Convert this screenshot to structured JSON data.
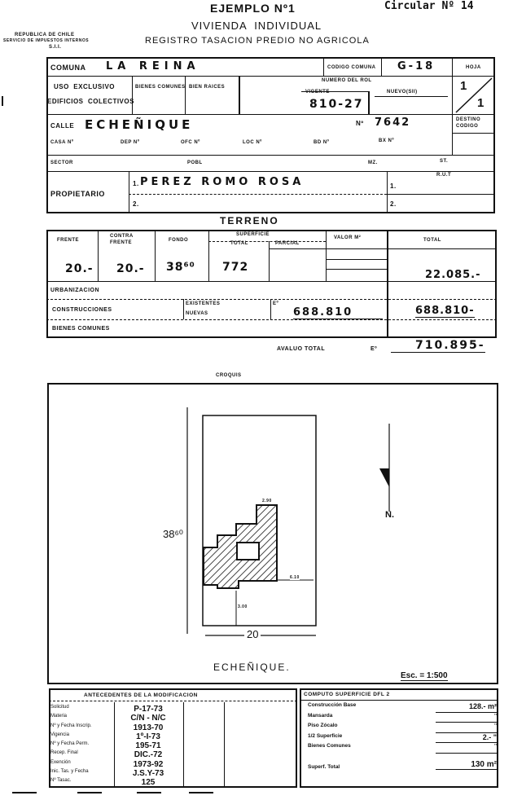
{
  "header": {
    "ejemplo": "EJEMPLO Nº1",
    "circular": "Circular Nº 14",
    "vivienda": "VIVIENDA  INDIVIDUAL",
    "registro": "REGISTRO TASACION PREDIO NO AGRICOLA",
    "agency": [
      "REPUBLICA DE CHILE",
      "SERVICIO DE IMPUESTOS INTERNOS",
      "S.I.I."
    ]
  },
  "predio": {
    "comuna_label": "COMUNA",
    "comuna_value": "LA REINA",
    "codigo_label": "CODIGO COMUNA",
    "codigo_value": "G-18",
    "hoja_label": "HOJA",
    "hoja_num": "1",
    "hoja_total": "1",
    "uso_exclusivo": "USO  EXCLUSIVO",
    "edificios": "EDIFICIOS  COLECTIVOS",
    "bienes_comunes_label": "BIENES COMUNES",
    "bien_raiz_label": "BIEN RAICES",
    "numero_rol_label": "NUMERO DEL ROL",
    "vigente_label": "VIGENTE",
    "vigente_value": "810-27",
    "nuevo_label": "NUEVO(SII)",
    "calle_label": "CALLE",
    "calle_value": "ECHEÑIQUE",
    "numero_label": "Nº",
    "numero_value": "7642",
    "destino_label": "DESTINO CODIGO",
    "casa": "CASA Nº",
    "dep": "DEP Nº",
    "ofc": "OFC Nº",
    "loc": "LOC Nº",
    "bd": "BD Nº",
    "bx": "BX Nº",
    "sector": "SECTOR",
    "pobl": "POBL",
    "mz": "MZ.",
    "st": "ST.",
    "propietario_label": "PROPIETARIO",
    "prop1_prefix": "1.",
    "prop1_value": "PEREZ ROMO ROSA",
    "prop2_prefix": "2.",
    "rut_label": "R.U.T",
    "rut1": "1.",
    "rut2": "2."
  },
  "terreno": {
    "title": "TERRENO",
    "headers": {
      "frente": "FRENTE",
      "contra_frente": "CONTRA FRENTE",
      "fondo": "FONDO",
      "superficie": "SUPERFICIE",
      "total": "TOTAL",
      "parcial": "PARCIAL",
      "valor_m2": "VALOR M²",
      "total_col": "TOTAL"
    },
    "values": {
      "frente": "20.-",
      "contra_frente": "20.-",
      "fondo": "38⁶⁰",
      "superficie_total": "772",
      "total": "22.085.-"
    },
    "urbanizacion": "URBANIZACION",
    "construcciones": "CONSTRUCCIONES",
    "existentes": "EXISTENTES",
    "nuevas": "NUEVAS",
    "escudo": "Eº",
    "construcciones_parcial": "688.810",
    "construcciones_total": "688.810-",
    "bienes_comunes": "BIENES COMUNES",
    "avaluo_label": "AVALUO TOTAL",
    "avaluo_currency": "Eº",
    "avaluo_value": "710.895-"
  },
  "croquis": {
    "title": "CROQUIS",
    "fondo": "38⁶⁰",
    "frente": "20",
    "calle": "ECHEÑIQUE.",
    "escala": "Esc. = 1:500",
    "norte": "N.",
    "dims": {
      "top": "2.90",
      "right": "6.10",
      "front": "3.00"
    }
  },
  "antecedentes": {
    "title": "ANTECEDENTES DE LA MODIFICACION",
    "rows": [
      {
        "label": "Solicitud",
        "value": "P-17-73"
      },
      {
        "label": "Materia",
        "value": "C/N - N/C"
      },
      {
        "label": "Nº y Fecha Inscrip.",
        "value": "1913-70"
      },
      {
        "label": "Vigencia",
        "value": "1º-I-73"
      },
      {
        "label": "Nº y Fecha Perm.",
        "value": "195-71"
      },
      {
        "label": "Recep. Final",
        "value": "DIC.-72"
      },
      {
        "label": "Exención",
        "value": "1973-92"
      },
      {
        "label": "Inic. Tas. y Fecha",
        "value": "J.S.Y-73"
      },
      {
        "label": "Nº Tasac.",
        "value": "125"
      }
    ]
  },
  "computo": {
    "title": "COMPUTO SUPERFICIE DFL 2",
    "rows": [
      {
        "label": "Construcción Base",
        "value": "128.- m²"
      },
      {
        "label": "Mansarda",
        "value": "\""
      },
      {
        "label": "Piso Zócalo",
        "value": "\""
      },
      {
        "label": "1/2 Superficie",
        "value": "2.- \""
      },
      {
        "label": "Bienes Comunes",
        "value": "\""
      }
    ],
    "total_label": "Superf. Total",
    "total_value": "130 m²"
  }
}
